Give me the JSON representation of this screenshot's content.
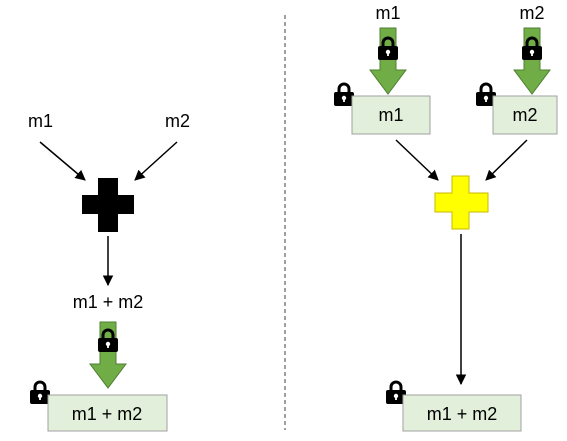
{
  "left": {
    "input_1": "m1",
    "input_2": "m2",
    "sum_label": "m1 + m2",
    "result_box": "m1 + m2"
  },
  "right": {
    "input_1": "m1",
    "input_2": "m2",
    "box_1": "m1",
    "box_2": "m2",
    "result_box": "m1 + m2"
  },
  "colors": {
    "plus_plain": "#000000",
    "plus_encrypted": "#ffff00",
    "box_fill": "#e2efda",
    "arrow_green": "#70ad47",
    "divider": "#404040"
  }
}
